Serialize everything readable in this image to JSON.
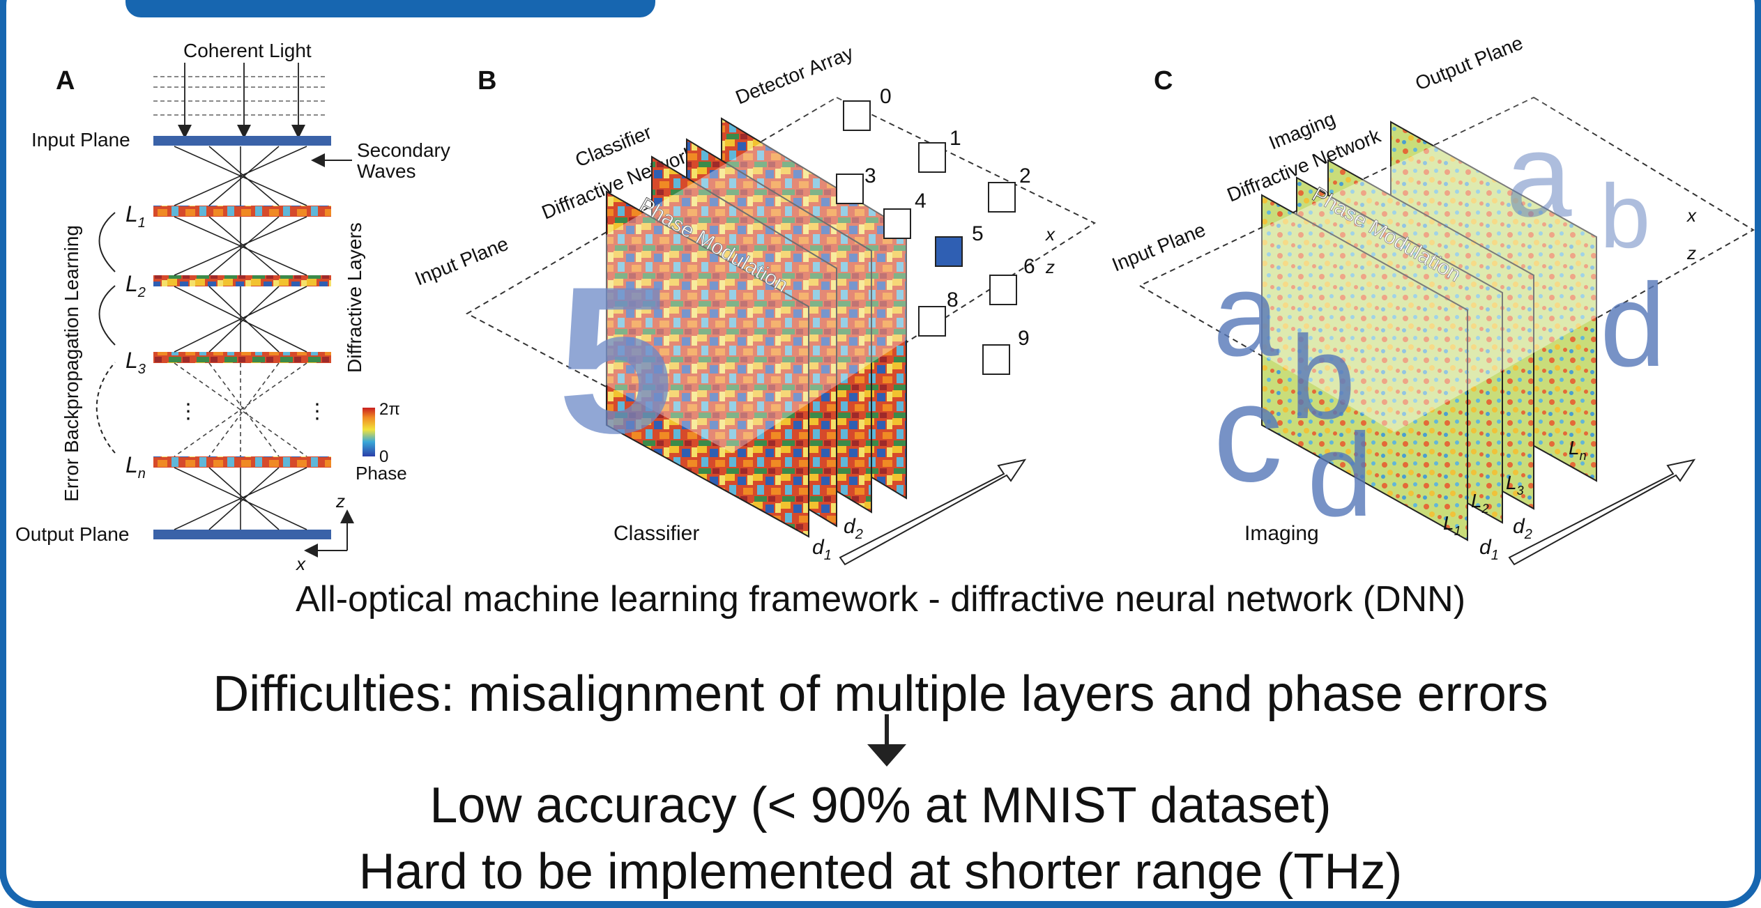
{
  "colors": {
    "frame_blue": "#1766b0",
    "layer_panel_blue_dark": "#3a62a8",
    "text": "#111111"
  },
  "panel_a": {
    "label": "A",
    "coherent_light": "Coherent Light",
    "input_plane": "Input Plane",
    "secondary_waves_1": "Secondary",
    "secondary_waves_2": "Waves",
    "l1": "L",
    "l1_sub": "1",
    "l2": "L",
    "l2_sub": "2",
    "l3": "L",
    "l3_sub": "3",
    "ln": "L",
    "ln_sub": "n",
    "error_backprop": "Error Backpropagation Learning",
    "diffractive_layers": "Diffractive Layers",
    "phase_top": "2π",
    "phase_bottom": "0",
    "phase_label": "Phase",
    "output_plane": "Output Plane",
    "axis_z": "z",
    "axis_x": "x"
  },
  "panel_b": {
    "label": "B",
    "detector_array": "Detector Array",
    "classifier_net_1": "Classifier",
    "classifier_net_2": "Diffractive Network",
    "input_plane": "Input Plane",
    "phase_modulation": "Phase Modulation",
    "classifier": "Classifier",
    "detectors": [
      "0",
      "1",
      "2",
      "3",
      "4",
      "5",
      "6",
      "8",
      "9"
    ],
    "axis_x": "x",
    "axis_z": "z",
    "d1": "d",
    "d1_sub": "1",
    "d2": "d",
    "d2_sub": "2",
    "digit": "5"
  },
  "panel_c": {
    "label": "C",
    "output_plane": "Output Plane",
    "imaging_net_1": "Imaging",
    "imaging_net_2": "Diffractive Network",
    "input_plane": "Input Plane",
    "phase_modulation": "Phase Modulation",
    "imaging": "Imaging",
    "axis_x": "x",
    "axis_z": "z",
    "d1": "d",
    "d1_sub": "1",
    "d2": "d",
    "d2_sub": "2",
    "l1": "L",
    "l1_sub": "1",
    "l2": "L",
    "l2_sub": "2",
    "l3": "L",
    "l3_sub": "3",
    "ln": "L",
    "ln_sub": "n",
    "letters_in": [
      "a",
      "b",
      "c",
      "d"
    ],
    "letters_out": [
      "a",
      "b",
      "d"
    ]
  },
  "caption": "All-optical machine learning framework - diffractive neural network (DNN)",
  "difficulties": "Difficulties:   misalignment of multiple layers and phase errors",
  "result_1": "Low accuracy (< 90% at MNIST dataset)",
  "result_2": "Hard to be implemented at shorter range (THz)"
}
